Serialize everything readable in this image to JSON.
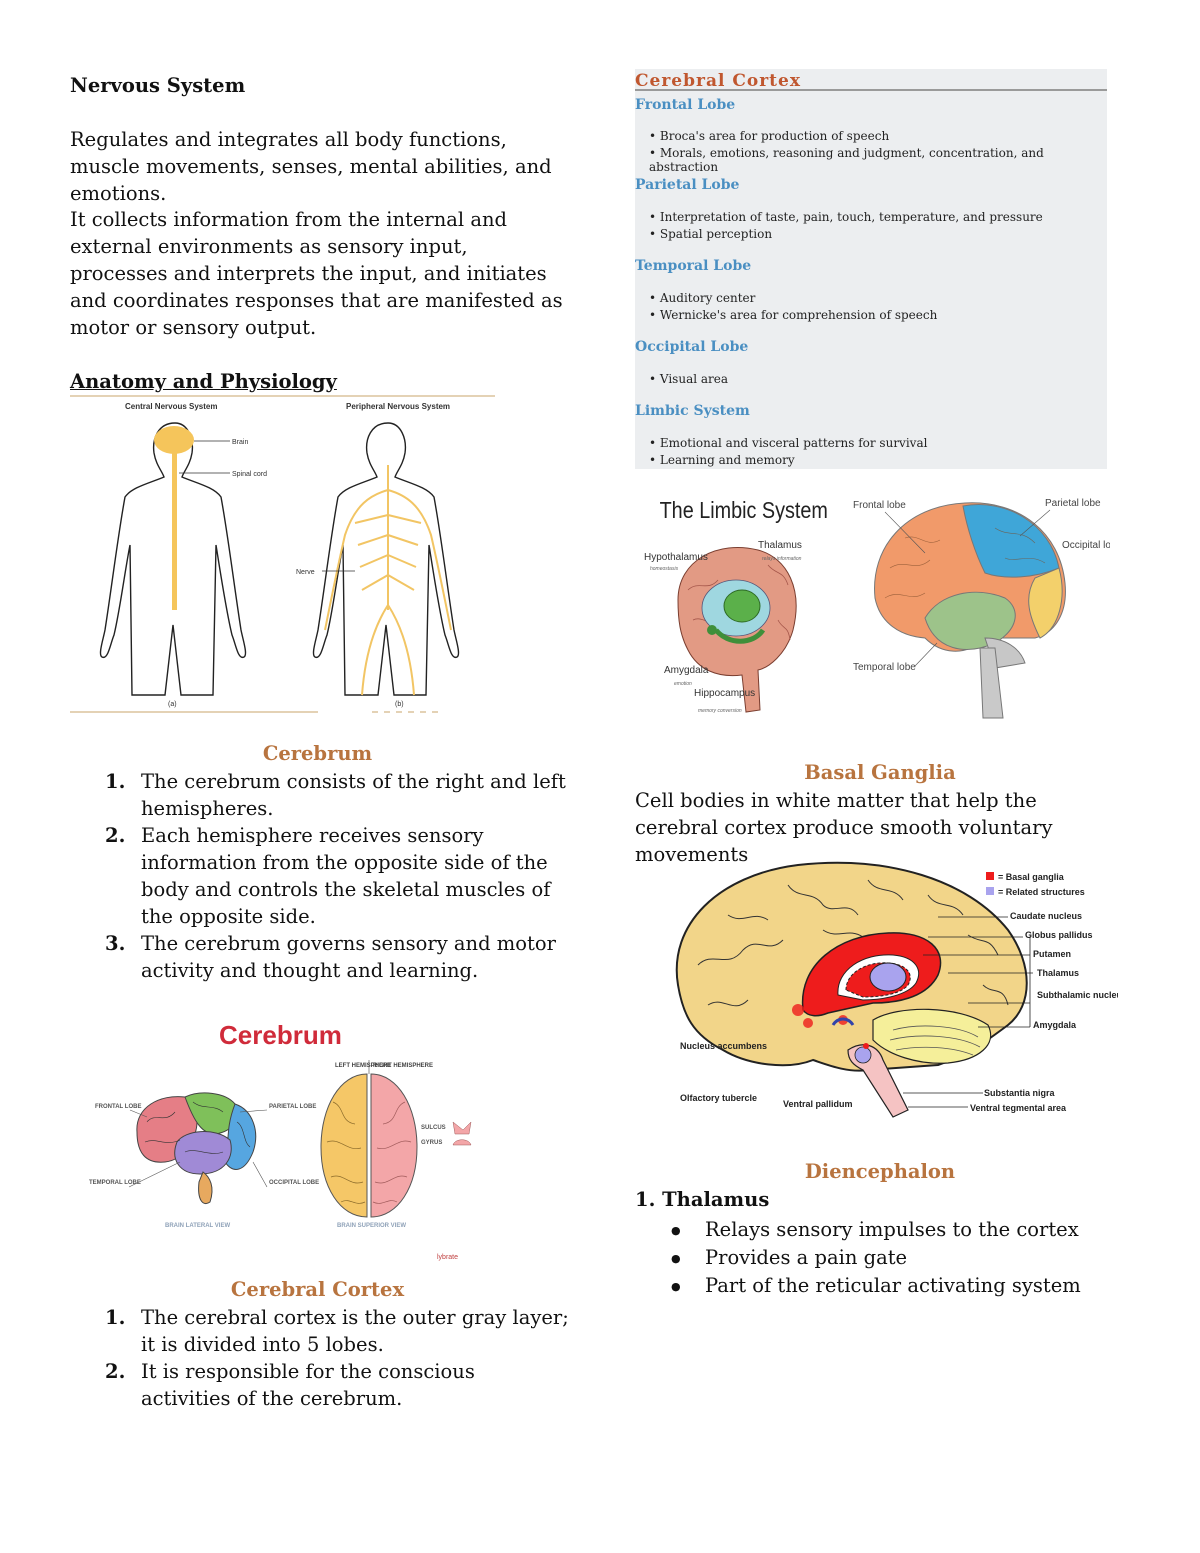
{
  "left": {
    "title": "Nervous System",
    "para1": "Regulates and integrates all body functions, muscle movements, senses, mental abilities, and emotions.",
    "para2": "It collects information from the internal and external environments as sensory input, processes and interprets the input, and initiates and coordinates responses that are manifested as motor or sensory output.",
    "anatomy_title": "Anatomy and Physiology",
    "ns_figure": {
      "cns_label": "Central Nervous System",
      "pns_label": "Peripheral Nervous System",
      "brain": "Brain",
      "spinal_cord": "Spinal cord",
      "nerve": "Nerve",
      "a": "(a)",
      "b": "(b)"
    },
    "cerebrum_heading": "Cerebrum",
    "cerebrum_items": [
      "The cerebrum consists of the right and left hemispheres.",
      "Each hemisphere receives sensory information from the opposite side of the body and controls the skeletal muscles of the opposite side.",
      "The cerebrum governs sensory and motor activity and thought and learning."
    ],
    "cerebrum_figure": {
      "title": "Cerebrum",
      "frontal": "FRONTAL LOBE",
      "parietal": "PARIETAL LOBE",
      "temporal": "TEMPORAL LOBE",
      "occipital": "OCCIPITAL LOBE",
      "left_hemi": "LEFT HEMISPHERE",
      "right_hemi": "RIGHT HEMISPHERE",
      "sulcus": "SULCUS",
      "gyrus": "GYRUS",
      "lateral_view": "BRAIN LATERAL VIEW",
      "superior_view": "BRAIN SUPERIOR VIEW",
      "brand": "lybrate"
    },
    "cortex_heading": "Cerebral Cortex",
    "cortex_items": [
      "The cerebral cortex is the outer gray layer; it is divided into 5 lobes.",
      "It is responsible for the conscious activities of the cerebrum."
    ]
  },
  "right": {
    "cortex_box": {
      "title": "Cerebral Cortex",
      "lobes": [
        {
          "name": "Frontal Lobe",
          "items": [
            "• Broca's area for production of speech",
            "• Morals, emotions, reasoning and judgment, concentration, and abstraction"
          ]
        },
        {
          "name": "Parietal Lobe",
          "items": [
            "• Interpretation of taste, pain, touch, temperature, and pressure",
            "• Spatial perception"
          ]
        },
        {
          "name": "Temporal Lobe",
          "items": [
            "• Auditory center",
            "• Wernicke's area for comprehension of speech"
          ]
        },
        {
          "name": "Occipital Lobe",
          "items": [
            "• Visual area"
          ]
        },
        {
          "name": "Limbic System",
          "items": [
            "• Emotional and visceral patterns for survival",
            "• Learning and memory"
          ]
        }
      ]
    },
    "limbic_figure": {
      "title": "The Limbic System",
      "hypothalamus": "Hypothalamus",
      "hypothalamus_sub": "homeostasis",
      "thalamus": "Thalamus",
      "thalamus_sub": "relays information",
      "amygdala": "Amygdala",
      "amygdala_sub": "emotion",
      "hippocampus": "Hippocampus",
      "hippocampus_sub": "memory conversion"
    },
    "lobes_figure": {
      "frontal": "Frontal lobe",
      "parietal": "Parietal lobe",
      "occipital": "Occipital lobe",
      "temporal": "Temporal lobe"
    },
    "basal_heading": "Basal Ganglia",
    "basal_text": "Cell bodies in white matter that help the cerebral cortex produce smooth voluntary movements",
    "basal_figure": {
      "legend1": "= Basal ganglia",
      "legend2": "= Related structures",
      "caudate": "Caudate nucleus",
      "globus": "Globus pallidus",
      "putamen": "Putamen",
      "thalamus": "Thalamus",
      "subthalamic": "Subthalamic nucleus",
      "amygdala": "Amygdala",
      "nucleus_acc": "Nucleus accumbens",
      "olfactory": "Olfactory tubercle",
      "ventral_pallidum": "Ventral pallidum",
      "substantia": "Substantia nigra",
      "vta": "Ventral tegmental area",
      "c_red": "#ee1c1c",
      "c_blue": "#a9a3ee"
    },
    "dien_heading": "Diencephalon",
    "thalamus_heading": "1. Thalamus",
    "thalamus_items": [
      "Relays sensory impulses to the cortex",
      "Provides a pain gate",
      "Part of the reticular activating system"
    ]
  }
}
